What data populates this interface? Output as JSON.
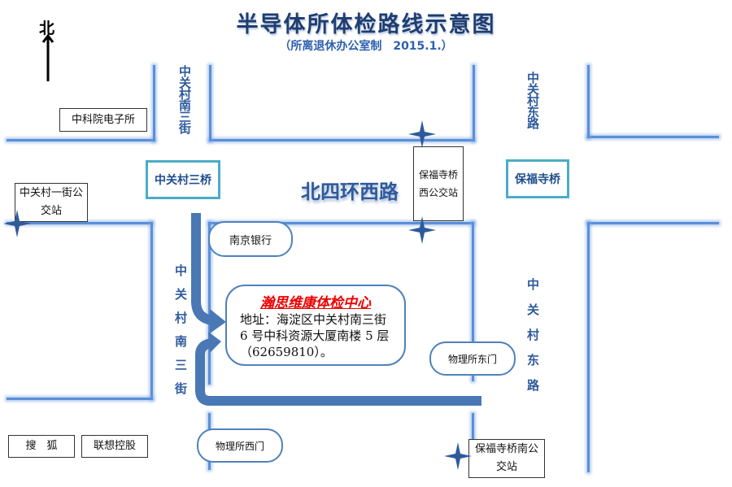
{
  "title": "半导体所体检路线示意图",
  "subtitle": "（所离退休办公室制　2015.1.）",
  "north_label": "北",
  "roads": {
    "zgc_south_3rd_north": "中关村南三街",
    "zgc_south_3rd_south": "中关村南三街",
    "zgc_east_north": "中关村东路",
    "zgc_east_south": "中关村东路",
    "north_4th_ring_west": "北四环西路"
  },
  "landmarks": {
    "ie_cas": "中科院电子所",
    "zgc_1st_bus": "中关村一街公交站",
    "zgc_3rd_bridge": "中关村三桥",
    "baofusi_west_bus": "保福寺桥西公交站",
    "baofusi_bridge": "保福寺桥",
    "nanjing_bank": "南京银行",
    "physics_east_gate": "物理所东门",
    "physics_west_gate": "物理所西门",
    "sohu": "搜　狐",
    "lenovo": "联想控股",
    "baofusi_south_bus": "保福寺桥南公交站"
  },
  "destination": {
    "name": "瀚思维康体检中心",
    "address": "地址：海淀区中关村南三街 6 号中科资源大厦南楼 5 层（62659810）。"
  },
  "colors": {
    "road": "#5b8fd8",
    "route_arrow": "#4a78b5",
    "bridge_border": "#4bacc6",
    "destination": "#ee0000"
  }
}
